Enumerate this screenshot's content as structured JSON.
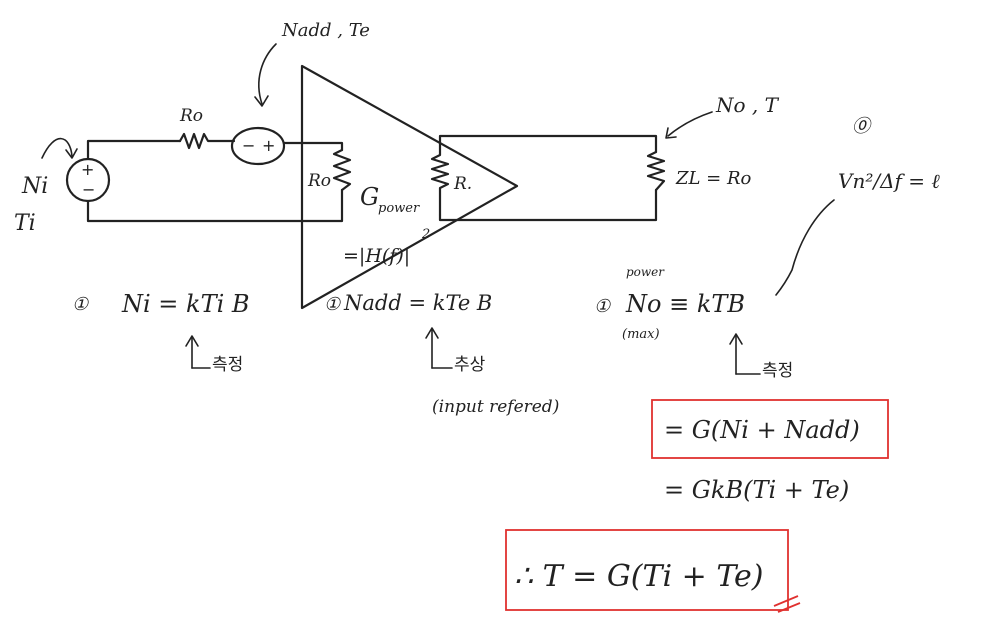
{
  "source": {
    "label_ni": "Ni",
    "label_ti": "Ti",
    "plus": "+",
    "minus": "−"
  },
  "resistor_ro_label": "Ro",
  "noise_source": {
    "label": "Nadd , Te",
    "minus": "−",
    "plus": "+"
  },
  "amplifier": {
    "input_r_label": "Ro",
    "output_r_label": "R.",
    "gain_label": "G",
    "gain_subscript": "power",
    "gain_expr": "=|H(f)|",
    "gain_exp": "2"
  },
  "load": {
    "label": "ZL = Ro",
    "output_label": "No , T"
  },
  "eq_input": {
    "marker": "①",
    "text": "Ni = kTi B"
  },
  "arrow_measure_1": "측정",
  "eq_nadd": {
    "marker": "①",
    "text": "Nadd = kTe B"
  },
  "arrow_abstract": "추상",
  "input_referred": "(input refered)",
  "eq_output": {
    "marker": "①",
    "power_note": "power",
    "text": "No ≡ kTB",
    "max_note": "(max)"
  },
  "arrow_measure_2": "측정",
  "side_note": {
    "marker": "⓪",
    "text": "Vn²/Δf = ℓ"
  },
  "eq_boxed_1": "=   G(Ni + Nadd)",
  "eq_line_2": "=   GkB(Ti + Te)",
  "eq_boxed_final": "∴ T  =  G(Ti + Te)"
}
